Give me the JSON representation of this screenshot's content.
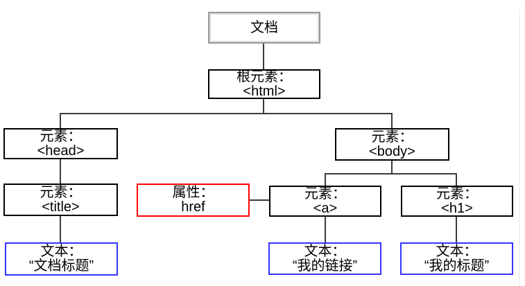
{
  "diagram": {
    "type": "tree",
    "nodes": {
      "document": {
        "line1": "文档",
        "line2": ""
      },
      "html": {
        "line1": "根元素：",
        "line2": "<html>"
      },
      "head": {
        "line1": "元素：",
        "line2": "<head>"
      },
      "title": {
        "line1": "元素：",
        "line2": "<title>"
      },
      "text_title": {
        "line1": "文本：",
        "line2": "“文档标题”"
      },
      "attr_href": {
        "line1": "属性：",
        "line2": "href"
      },
      "a": {
        "line1": "元素：",
        "line2": "<a>"
      },
      "h1": {
        "line1": "元素：",
        "line2": "<h1>"
      },
      "body": {
        "line1": "元素：",
        "line2": "<body>"
      },
      "text_link": {
        "line1": "文本：",
        "line2": "“我的链接”"
      },
      "text_heading": {
        "line1": "文本：",
        "line2": "“我的标题”"
      }
    },
    "colors": {
      "element_border": "#000000",
      "document_border": "#9a9a9a",
      "attribute_border": "#ff0000",
      "text_border": "#3333ff",
      "connector": "#3a3a3a",
      "background": "#ffffff",
      "text": "#000000"
    }
  }
}
